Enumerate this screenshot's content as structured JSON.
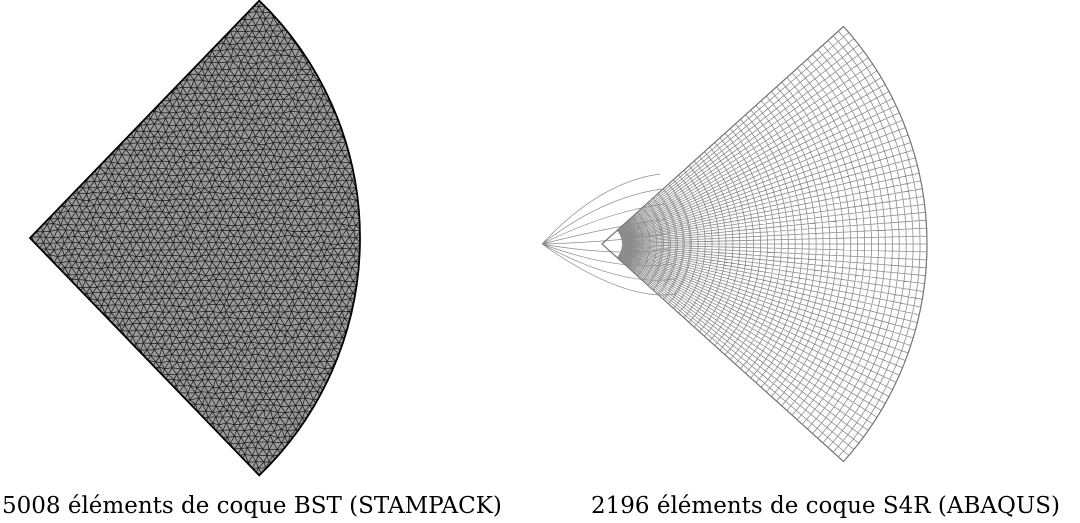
{
  "figures": [
    {
      "caption": "5008 éléments de coque BST (STAMPACK)",
      "mesh_type": "triangular",
      "line_color": "#1a1a1a"
    },
    {
      "caption": "2196 éléments de coque S4R (ABAQUS)",
      "mesh_type": "quadrilateral",
      "line_color": "#8c8c8c"
    }
  ]
}
